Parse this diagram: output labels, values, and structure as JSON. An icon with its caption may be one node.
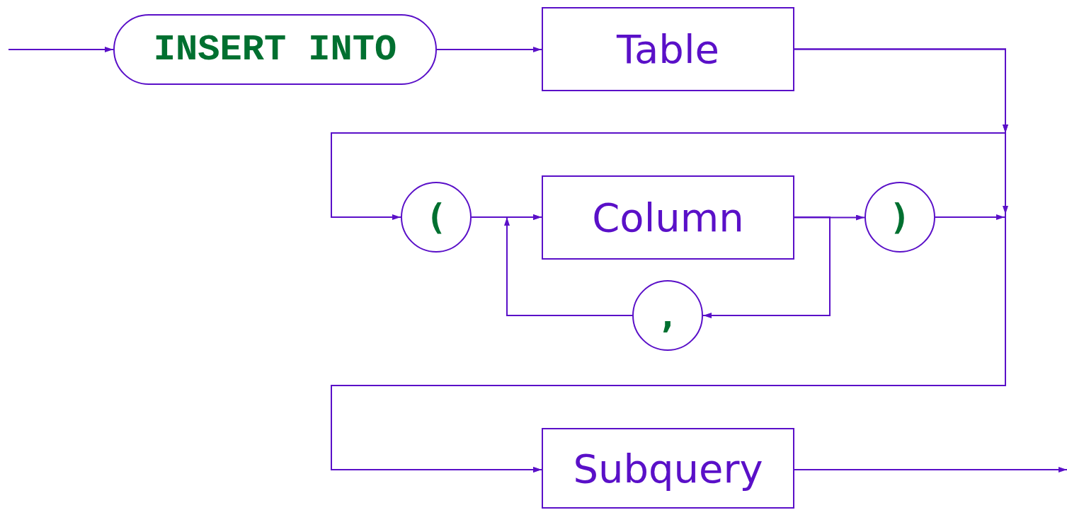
{
  "diagram": {
    "nodes": [
      {
        "text": [
          "INSERT INTO"
        ]
      },
      {
        "text": [
          "Table"
        ]
      },
      {
        "text": [
          "("
        ]
      },
      {
        "text": [
          "Column"
        ]
      },
      {
        "text": [
          ")"
        ]
      },
      {
        "text": [
          ","
        ]
      },
      {
        "text": [
          "Subquery"
        ]
      }
    ],
    "edges": [
      {
        "from": null,
        "to": 0,
        "arrow": "to"
      },
      {
        "from": 0,
        "to": 1,
        "arrow": "to"
      },
      {
        "from": 1,
        "to": 2,
        "arrow": "to"
      },
      {
        "from": 1,
        "to": 6,
        "arrow": "to"
      },
      {
        "from": 4,
        "to": 6,
        "arrow": "to"
      },
      {
        "from": 2,
        "to": 3,
        "arrow": "to"
      },
      {
        "from": 3,
        "to": 4,
        "arrow": "to"
      },
      {
        "from": 3,
        "to": 5,
        "arrow": "to"
      },
      {
        "from": 5,
        "to": 3,
        "arrow": "to"
      },
      {
        "from": 6,
        "to": null,
        "arrow": "to"
      }
    ]
  }
}
